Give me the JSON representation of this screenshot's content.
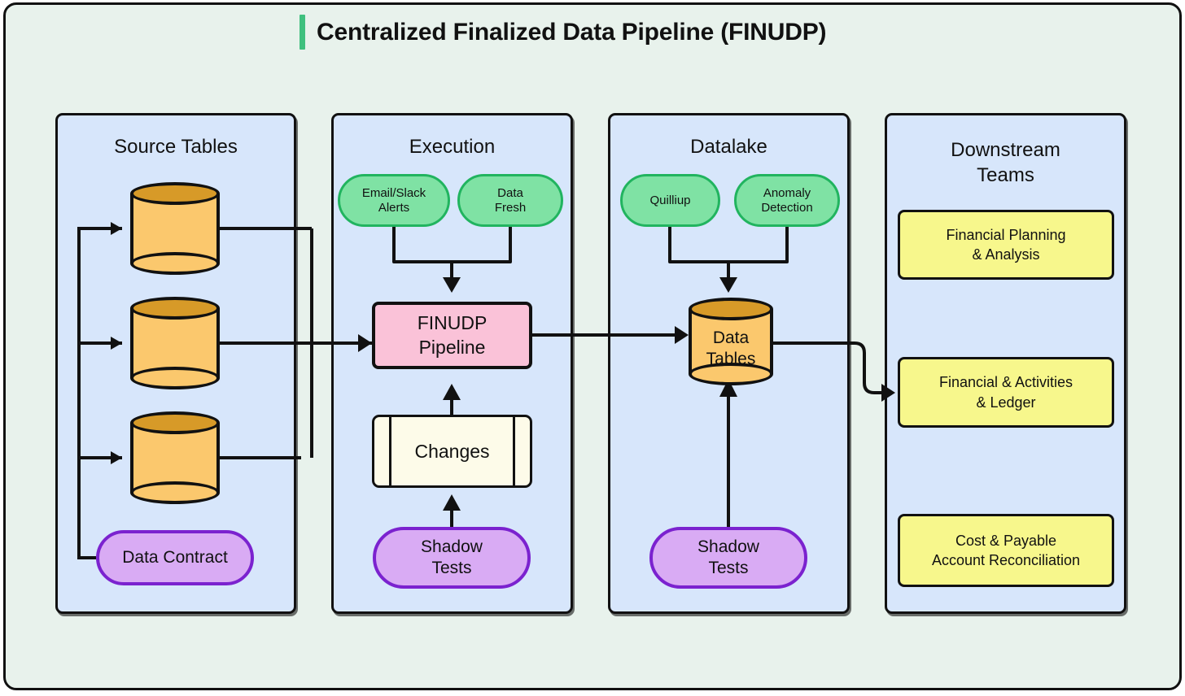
{
  "header": {
    "title": "Centralized Finalized Data Pipeline (FINUDP)",
    "accent_color": "#3fc07e"
  },
  "colors": {
    "background": "#e8f2ec",
    "panel_fill": "#d7e6fb",
    "cylinder_body": "#fbc86d",
    "cylinder_top": "#d79a28",
    "green_pill": "#7fe2a4",
    "green_pill_border": "#21b45f",
    "purple_pill": "#d9abf4",
    "purple_pill_border": "#7b22cf",
    "pink_box": "#fac2d8",
    "yellow_box": "#f7f78c",
    "cream_box": "#fdfbe9",
    "stroke": "#111111"
  },
  "panels": {
    "source": {
      "title": "Source Tables",
      "cylinders": [
        {
          "label": ""
        },
        {
          "label": ""
        },
        {
          "label": ""
        }
      ],
      "data_contract": "Data Contract"
    },
    "execution": {
      "title": "Execution",
      "alerts": "Email/Slack\nAlerts",
      "alerts_line1": "Email/Slack",
      "alerts_line2": "Alerts",
      "fresh_line1": "Data",
      "fresh_line2": "Fresh",
      "pipeline_line1": "FINUDP",
      "pipeline_line2": "Pipeline",
      "changes": "Changes",
      "shadow_line1": "Shadow",
      "shadow_line2": "Tests"
    },
    "datalake": {
      "title": "Datalake",
      "quilliup": "Quilliup",
      "anomaly_line1": "Anomaly",
      "anomaly_line2": "Detection",
      "data_tables_line1": "Data",
      "data_tables_line2": "Tables",
      "shadow_line1": "Shadow",
      "shadow_line2": "Tests"
    },
    "downstream": {
      "title_line1": "Downstream",
      "title_line2": "Teams",
      "teams": [
        {
          "line1": "Financial Planning",
          "line2": "& Analysis"
        },
        {
          "line1": "Financial & Activities",
          "line2": "& Ledger"
        },
        {
          "line1": "Cost & Payable",
          "line2": "Account Reconciliation"
        }
      ]
    }
  }
}
